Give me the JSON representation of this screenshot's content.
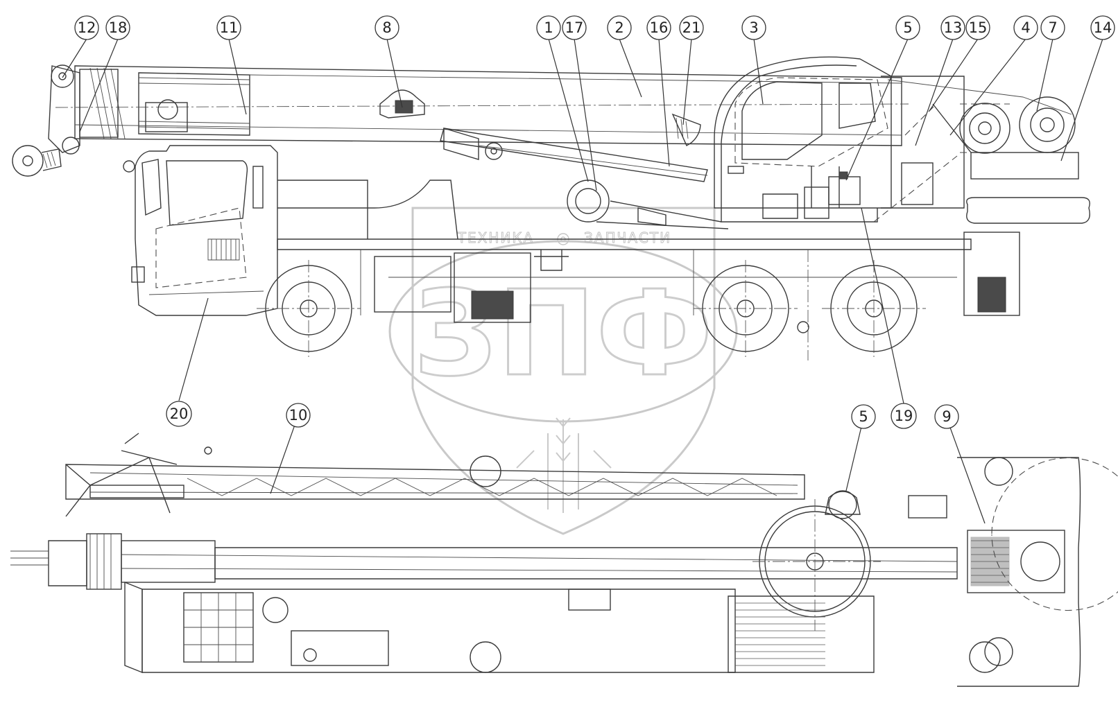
{
  "diagram": {
    "callouts_side_view": [
      "12",
      "18",
      "11",
      "8",
      "1",
      "17",
      "2",
      "16",
      "21",
      "3",
      "5",
      "13",
      "15",
      "4",
      "7",
      "14",
      "20",
      "19"
    ],
    "callouts_top_view": [
      "10",
      "5",
      "9"
    ]
  },
  "watermark": {
    "logo_letters": "ЗПФ",
    "left_word": "ТЕХНИКА",
    "right_word": "ЗАПЧАСТИ"
  }
}
